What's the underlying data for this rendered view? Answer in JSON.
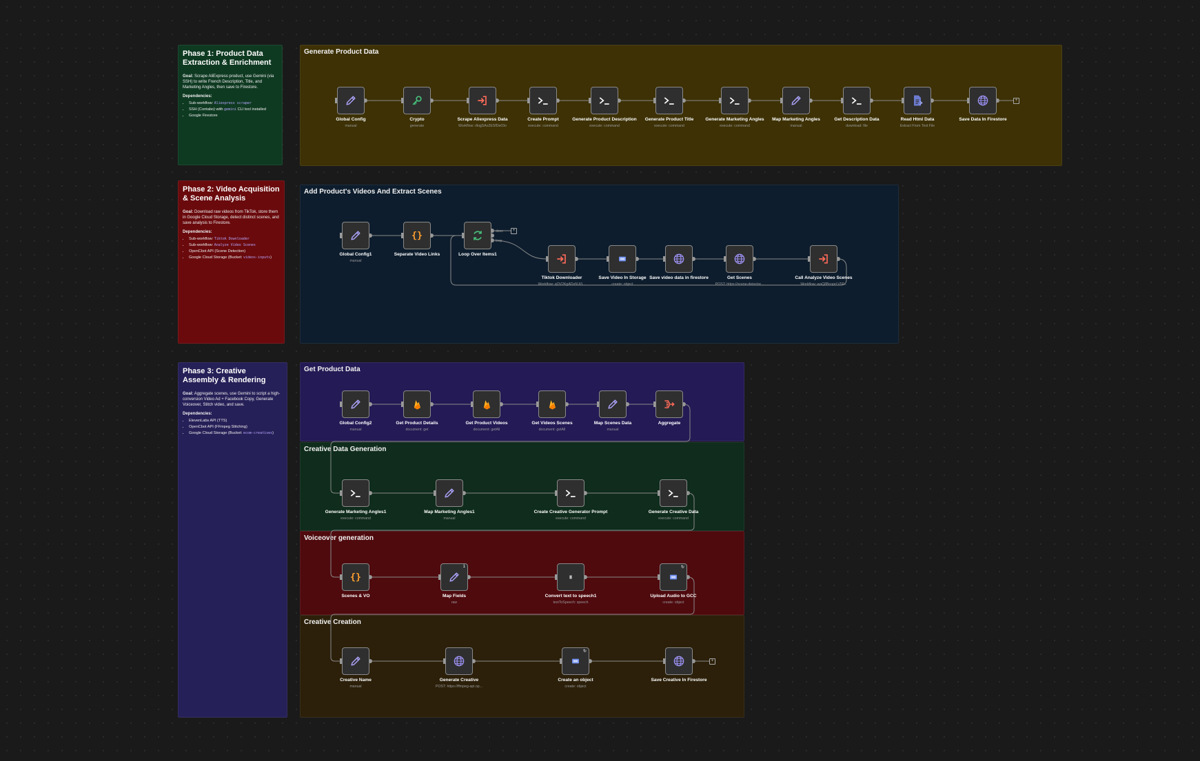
{
  "canvas": {
    "bg": "#1a1a1a"
  },
  "phase1": {
    "title": "Phase 1: Product Data Extraction & Enrichment",
    "goal_label": "Goal:",
    "goal_text": "Scrape AliExpress product, use Gemini (via SSH) to write French Description, Title, and Marketing Angles, then save to Firestore.",
    "deps_label": "Dependencies:",
    "dep1_prefix": "Sub-workflow: ",
    "dep1_code": "Aliexpress scraper",
    "dep2_prefix": "SSH (Contabo) with ",
    "dep2_code": "gemini",
    "dep2_suffix": " CLI tool installed",
    "dep3": "Google Firestore",
    "color": "#0f3a22"
  },
  "phase2": {
    "title": "Phase 2: Video Acquisition & Scene Analysis",
    "goal_label": "Goal:",
    "goal_text": "Download raw videos from TikTok, store them in Google Cloud Storage, detect distinct scenes, and save analysis to Firestore.",
    "deps_label": "Dependencies:",
    "dep1_prefix": "Sub-workflow: ",
    "dep1_code": "Tiktok Downloader",
    "dep2_prefix": "Sub-workflow: ",
    "dep2_code": "Analyze Video Scenes",
    "dep3": "OpenCbot API (Scene Detection)",
    "dep4_prefix": "Google Cloud Storage (Bucket: ",
    "dep4_code": "videos-inputs",
    "dep4_suffix": ")",
    "color": "#6a0a0d"
  },
  "phase3": {
    "title": "Phase 3: Creative Assembly & Rendering",
    "goal_label": "Goal:",
    "goal_text": "Aggregate scenes, use Gemini to script a high-conversion Video Ad + Facebook Copy, Generate Voiceover, Stitch video, and save.",
    "deps_label": "Dependencies:",
    "dep1": "ElevenLabs API (TTS)",
    "dep2": "OpenCbot API (FFmpeg Stitching)",
    "dep3_prefix": "Google Cloud Storage (Bucket: ",
    "dep3_code": "ecom-creatives",
    "dep3_suffix": ")",
    "color": "#262058"
  },
  "groups": {
    "generate_product_data": "Generate Product Data",
    "add_videos": "Add Product's Videos And Extract Scenes",
    "get_product_data": "Get Product Data",
    "creative_data_generation": "Creative Data Generation",
    "voiceover_generation": "Voiceover generation",
    "creative_creation": "Creative Creation"
  },
  "nodes": {
    "global_config": {
      "label": "Global Config",
      "sub": "manual",
      "icon": "pencil-icon"
    },
    "crypto": {
      "label": "Crypto",
      "sub": "generate",
      "icon": "key-icon"
    },
    "scrape_aliexpress": {
      "label": "Scrape Aliexpress Data",
      "sub": "Workflow: rlkqjSAo2ESfDe03o",
      "icon": "subworkflow-icon"
    },
    "create_prompt": {
      "label": "Create Prompt",
      "sub": "execute: command",
      "icon": "terminal-icon"
    },
    "gen_product_desc": {
      "label": "Generate Product Description",
      "sub": "execute: command",
      "icon": "terminal-icon"
    },
    "gen_product_title": {
      "label": "Generate Product Title",
      "sub": "execute: command",
      "icon": "terminal-icon"
    },
    "gen_marketing_angles": {
      "label": "Generate Marketing Angles",
      "sub": "execute: command",
      "icon": "terminal-icon"
    },
    "map_marketing_angles": {
      "label": "Map Marketing Angles",
      "sub": "manual",
      "icon": "pencil-icon"
    },
    "get_description_data": {
      "label": "Get Description Data",
      "sub": "download: file",
      "icon": "terminal-icon"
    },
    "read_html_data": {
      "label": "Read Html Data",
      "sub": "Extract From Text File",
      "icon": "file-icon"
    },
    "save_data_firestore": {
      "label": "Save Data In Firestore",
      "sub": "",
      "icon": "globe-icon"
    },
    "global_config1": {
      "label": "Global Config1",
      "sub": "manual",
      "icon": "pencil-icon"
    },
    "separate_video_links": {
      "label": "Separate Video Links",
      "sub": "",
      "icon": "braces-icon"
    },
    "loop_over_items": {
      "label": "Loop Over Items1",
      "sub": "",
      "icon": "loop-icon",
      "done_label": "done",
      "loop_label": "loop"
    },
    "tiktok_downloader": {
      "label": "Tiktok Downloader",
      "sub": "Workflow: qOV2KgADx5Ut3...",
      "icon": "subworkflow-icon"
    },
    "save_video_storage": {
      "label": "Save Video In Storage",
      "sub": "create: object",
      "icon": "storage-icon"
    },
    "save_video_firestore": {
      "label": "Save video data in firestore",
      "sub": "",
      "icon": "globe-icon"
    },
    "get_scenes": {
      "label": "Get Scenes",
      "sub": "POST: https://scene-detector...",
      "icon": "globe-icon"
    },
    "call_analyze_scenes": {
      "label": "Call Analyze Video Scenes",
      "sub": "Workflow: waQ8BcnprLV5P...",
      "icon": "subworkflow-icon"
    },
    "global_config2": {
      "label": "Global Config2",
      "sub": "manual",
      "icon": "pencil-icon"
    },
    "get_product_details": {
      "label": "Get Product Details",
      "sub": "document: get",
      "icon": "firebase-icon"
    },
    "get_product_videos": {
      "label": "Get Product Videos",
      "sub": "document: getAll",
      "icon": "firebase-icon"
    },
    "get_videos_scenes": {
      "label": "Get Videos Scenes",
      "sub": "document: getAll",
      "icon": "firebase-icon"
    },
    "map_scenes_data": {
      "label": "Map Scenes Data",
      "sub": "manual",
      "icon": "pencil-icon"
    },
    "aggregate": {
      "label": "Aggregate",
      "sub": "",
      "icon": "aggregate-icon"
    },
    "gen_marketing_angles1": {
      "label": "Generate Marketing Angles1",
      "sub": "execute: command",
      "icon": "terminal-icon"
    },
    "map_marketing_angles1": {
      "label": "Map Marketing Angles1",
      "sub": "manual",
      "icon": "pencil-icon"
    },
    "create_creative_prompt": {
      "label": "Create Creative Generator Prompt",
      "sub": "execute: command",
      "icon": "terminal-icon"
    },
    "gen_creative_data": {
      "label": "Generate Creative Data",
      "sub": "execute: command",
      "icon": "terminal-icon"
    },
    "scenes_vo": {
      "label": "Scenes & VO",
      "sub": "",
      "icon": "braces-icon"
    },
    "map_fields": {
      "label": "Map Fields",
      "sub": "raw",
      "icon": "pencil-icon",
      "badge": "1"
    },
    "convert_tts": {
      "label": "Convert text to speech1",
      "sub": "textToSpeech: speech",
      "icon": "audio-icon"
    },
    "upload_audio_gcc": {
      "label": "Upload Audio to GCC",
      "sub": "create: object",
      "icon": "storage-icon",
      "badge": "↻"
    },
    "creative_name": {
      "label": "Creative Name",
      "sub": "manual",
      "icon": "pencil-icon"
    },
    "generate_creative": {
      "label": "Generate Creative",
      "sub": "POST: https://ffmpeg-api.op...",
      "icon": "globe-icon"
    },
    "create_object": {
      "label": "Create an object",
      "sub": "create: object",
      "icon": "storage-icon",
      "badge": "↻"
    },
    "save_creative_firestore": {
      "label": "Save Creative In Firestore",
      "sub": "",
      "icon": "globe-icon"
    }
  },
  "colors": {
    "group_generate": "#3d3105",
    "group_videos": "#0d1d2d",
    "group_get_product": "#241a55",
    "group_creative_data": "#0f2c1c",
    "group_voiceover": "#4f0a0e",
    "group_creative_creation": "#2c200a",
    "icon_pencil": "#a9a0f5",
    "icon_terminal": "#ffffff",
    "icon_subworkflow": "#ff6b5a",
    "icon_braces": "#ff9f2e",
    "icon_loop": "#47c07b",
    "icon_firebase": "#ffb020",
    "icon_globe": "#9a90f0",
    "wire": "#8a8a8a"
  }
}
